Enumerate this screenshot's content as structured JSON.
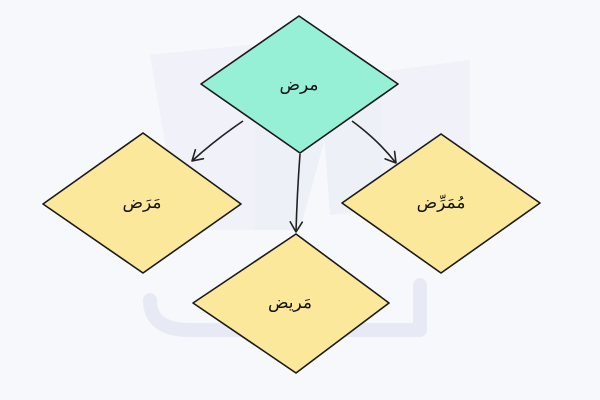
{
  "diagram": {
    "root": {
      "label": "مرض",
      "color": "#96f0d6"
    },
    "children": [
      {
        "label": "مَرَض",
        "color": "#fbe89a"
      },
      {
        "label": "مَريض",
        "color": "#fbe89a"
      },
      {
        "label": "مُمَرِّض",
        "color": "#fbe89a"
      }
    ]
  },
  "watermark": {
    "color": "#e7eaf5"
  }
}
